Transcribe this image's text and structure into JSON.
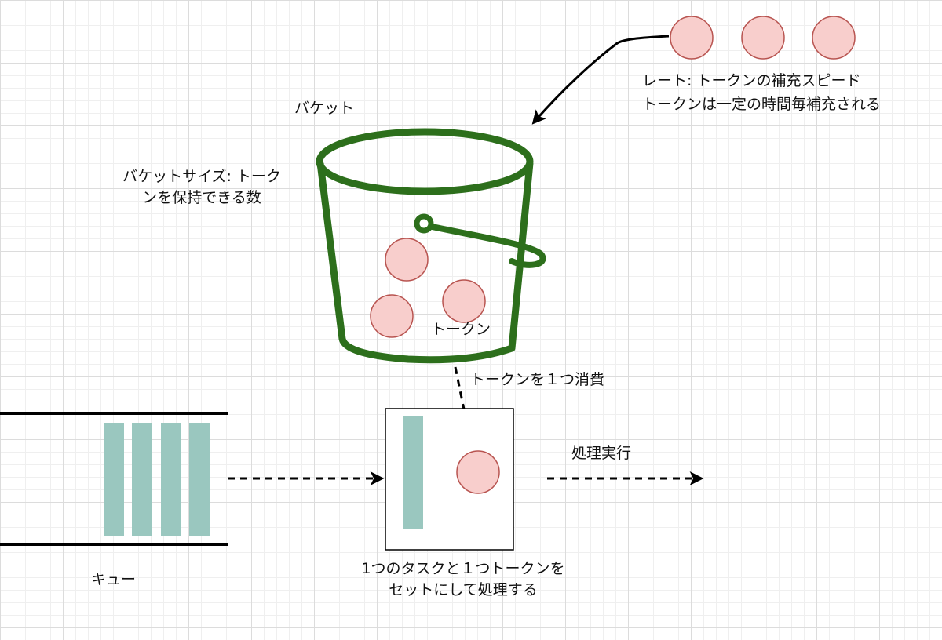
{
  "labels": {
    "rate_line1": "レート: トークンの補充スピード",
    "rate_line2": "トークンは一定の時間毎補充される",
    "bucket": "バケット",
    "bucket_size_line1": "バケットサイズ: トーク",
    "bucket_size_line2": "ンを保持できる数",
    "token": "トークン",
    "consume": "トークンを１つ消費",
    "execute": "処理実行",
    "queue": "キュー",
    "set_line1": "1つのタスクと１つトークンを",
    "set_line2": "セットにして処理する"
  },
  "colors": {
    "bucket": "#2d6f1c",
    "token_fill": "#f8cecc",
    "token_stroke": "#b85450",
    "task_fill": "#9ac7bf",
    "line": "#000000"
  },
  "counts": {
    "incoming_tokens": 3,
    "tokens_in_bucket": 3,
    "queued_tasks": 4
  }
}
